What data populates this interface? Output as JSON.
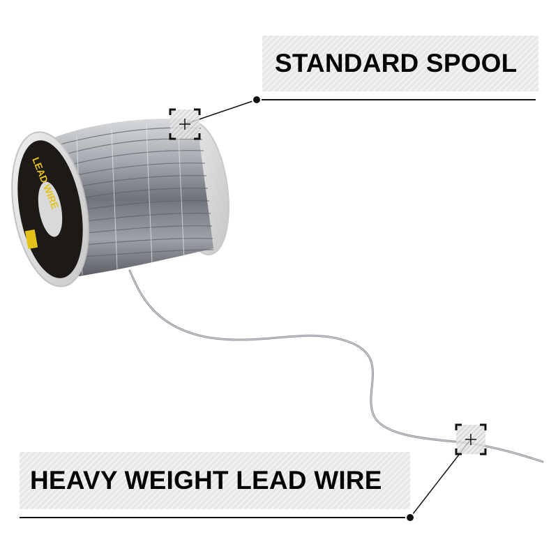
{
  "callouts": {
    "top": {
      "text": "STANDARD SPOOL"
    },
    "bottom": {
      "text": "HEAVY WEIGHT LEAD WIRE"
    }
  },
  "spool": {
    "label_text": "LEAD WIRE",
    "label_bg": "#1d1a16",
    "label_accent": "#e3c21b",
    "wire_color": "#8d9198"
  },
  "colors": {
    "band": "#e8e8e8",
    "leader_line": "#111111",
    "text": "#050505"
  },
  "icons": [
    "crosshair-icon",
    "crosshair-icon"
  ]
}
